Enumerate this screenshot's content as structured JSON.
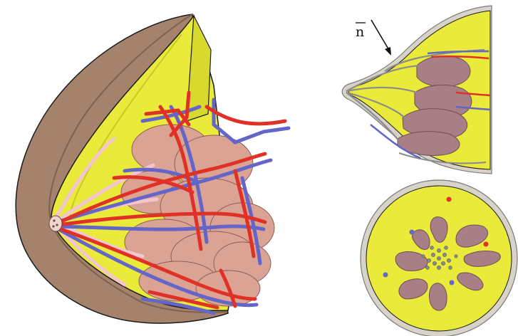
{
  "figure": {
    "normal_label": "n"
  },
  "colors": {
    "skin": "#a5826b",
    "skin_dark": "#7f6150",
    "fat": "#e9ea3a",
    "fat_edge": "#c8c92a",
    "lobule": "#a87f86",
    "lobule_3d": "#dba394",
    "artery": "#e03127",
    "vein": "#6465c8",
    "duct": "#f3c6cf",
    "outline": "#1a1a1a"
  },
  "views": [
    {
      "id": "perspective-3d",
      "panel": "left"
    },
    {
      "id": "sagittal-section",
      "panel": "top-right"
    },
    {
      "id": "transverse-section",
      "panel": "bottom-right"
    }
  ]
}
